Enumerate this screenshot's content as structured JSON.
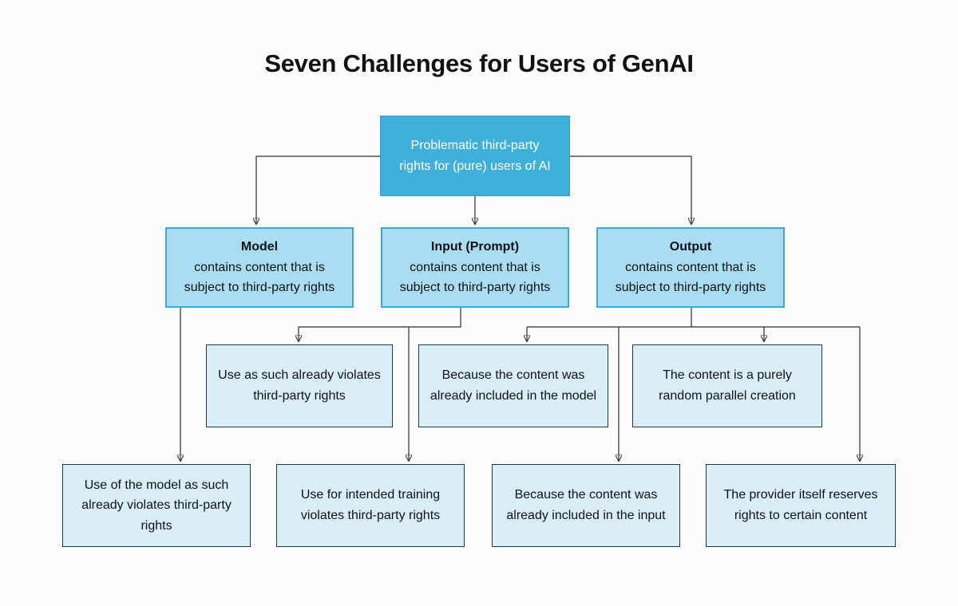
{
  "title": "Seven Challenges for Users of GenAI",
  "root": {
    "text": "Problematic third-party rights for (pure) users of AI"
  },
  "branches": [
    {
      "heading": "Model",
      "body": "contains content that is subject to third-party rights"
    },
    {
      "heading": "Input (Prompt)",
      "body": "contains content that is subject to third-party rights"
    },
    {
      "heading": "Output",
      "body": "contains content that is subject to third-party rights"
    }
  ],
  "reasons_mid": [
    {
      "text": "Use as such already violates third-party rights"
    },
    {
      "text": "Because the content was already included in the model"
    },
    {
      "text": "The content is a purely random parallel creation"
    }
  ],
  "reasons_bottom": [
    {
      "text": "Use of the model as such already violates third-party rights"
    },
    {
      "text": "Use for intended training violates third-party rights"
    },
    {
      "text": "Because the content was already included in the input"
    },
    {
      "text": "The provider itself reserves rights to certain content"
    }
  ],
  "colors": {
    "root_fill": "#3fafdc",
    "root_border": "#2f9dc8",
    "root_text": "#ffffff",
    "branch_fill": "#a9ddf1",
    "branch_border": "#3fa9d2",
    "leaf_fill": "#daeef8",
    "leaf_border": "#1c3a46",
    "line": "#2e2e2e",
    "text": "#0e1116",
    "background": "#fcfcfc"
  }
}
